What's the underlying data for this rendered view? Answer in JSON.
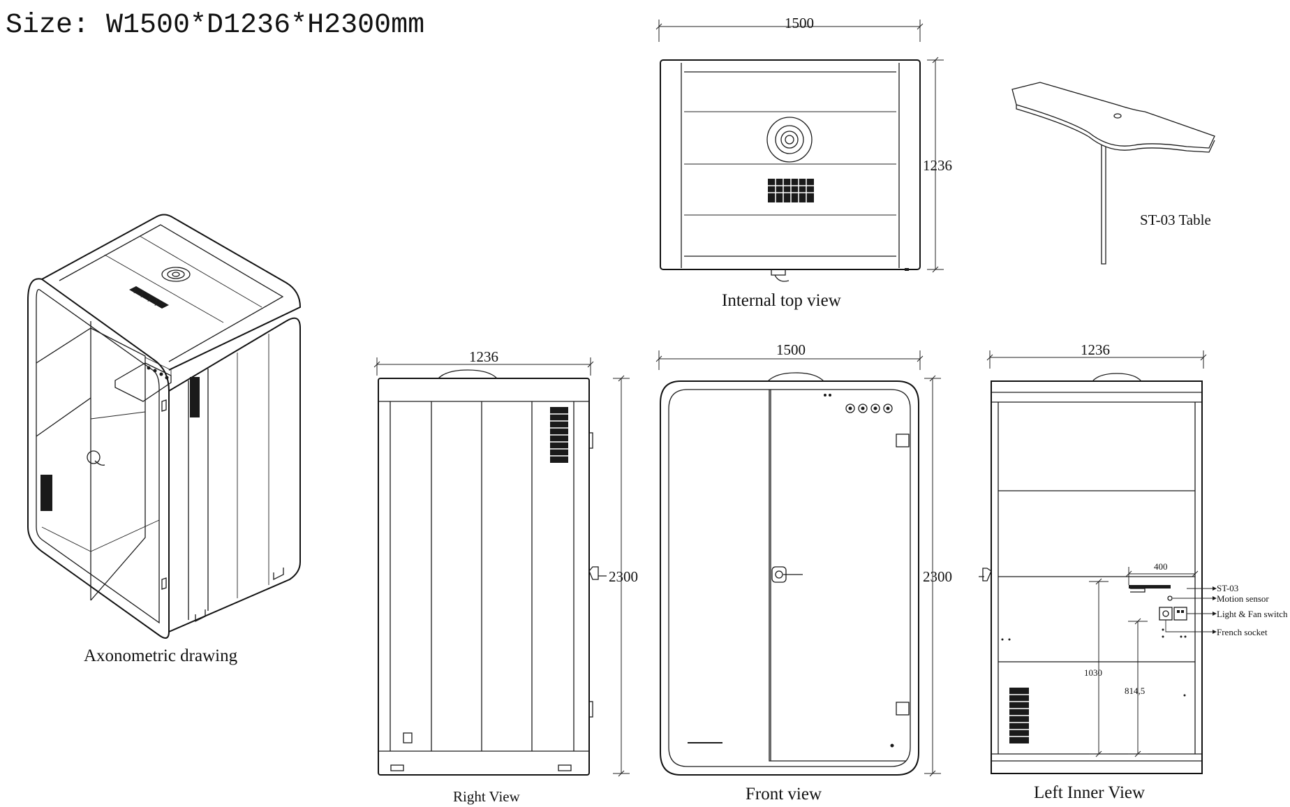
{
  "header": {
    "size_text": "Size: W1500*D1236*H2300mm"
  },
  "views": {
    "axonometric": {
      "caption": "Axonometric drawing"
    },
    "internal_top": {
      "caption": "Internal top view",
      "width_dim": "1500",
      "depth_dim": "1236"
    },
    "table": {
      "caption": "ST-03 Table"
    },
    "right": {
      "caption": "Right View",
      "width_dim": "1236",
      "height_dim": "2300"
    },
    "front": {
      "caption": "Front view",
      "width_dim": "1500",
      "height_dim": "2300"
    },
    "left_inner": {
      "caption": "Left Inner View",
      "width_dim": "1236",
      "dim_400": "400",
      "dim_1030": "1030",
      "dim_8145": "814,5"
    }
  },
  "callouts": {
    "st03": "ST-03",
    "motion": "Motion sensor",
    "light_fan": "Light & Fan switch",
    "socket": "French socket"
  }
}
